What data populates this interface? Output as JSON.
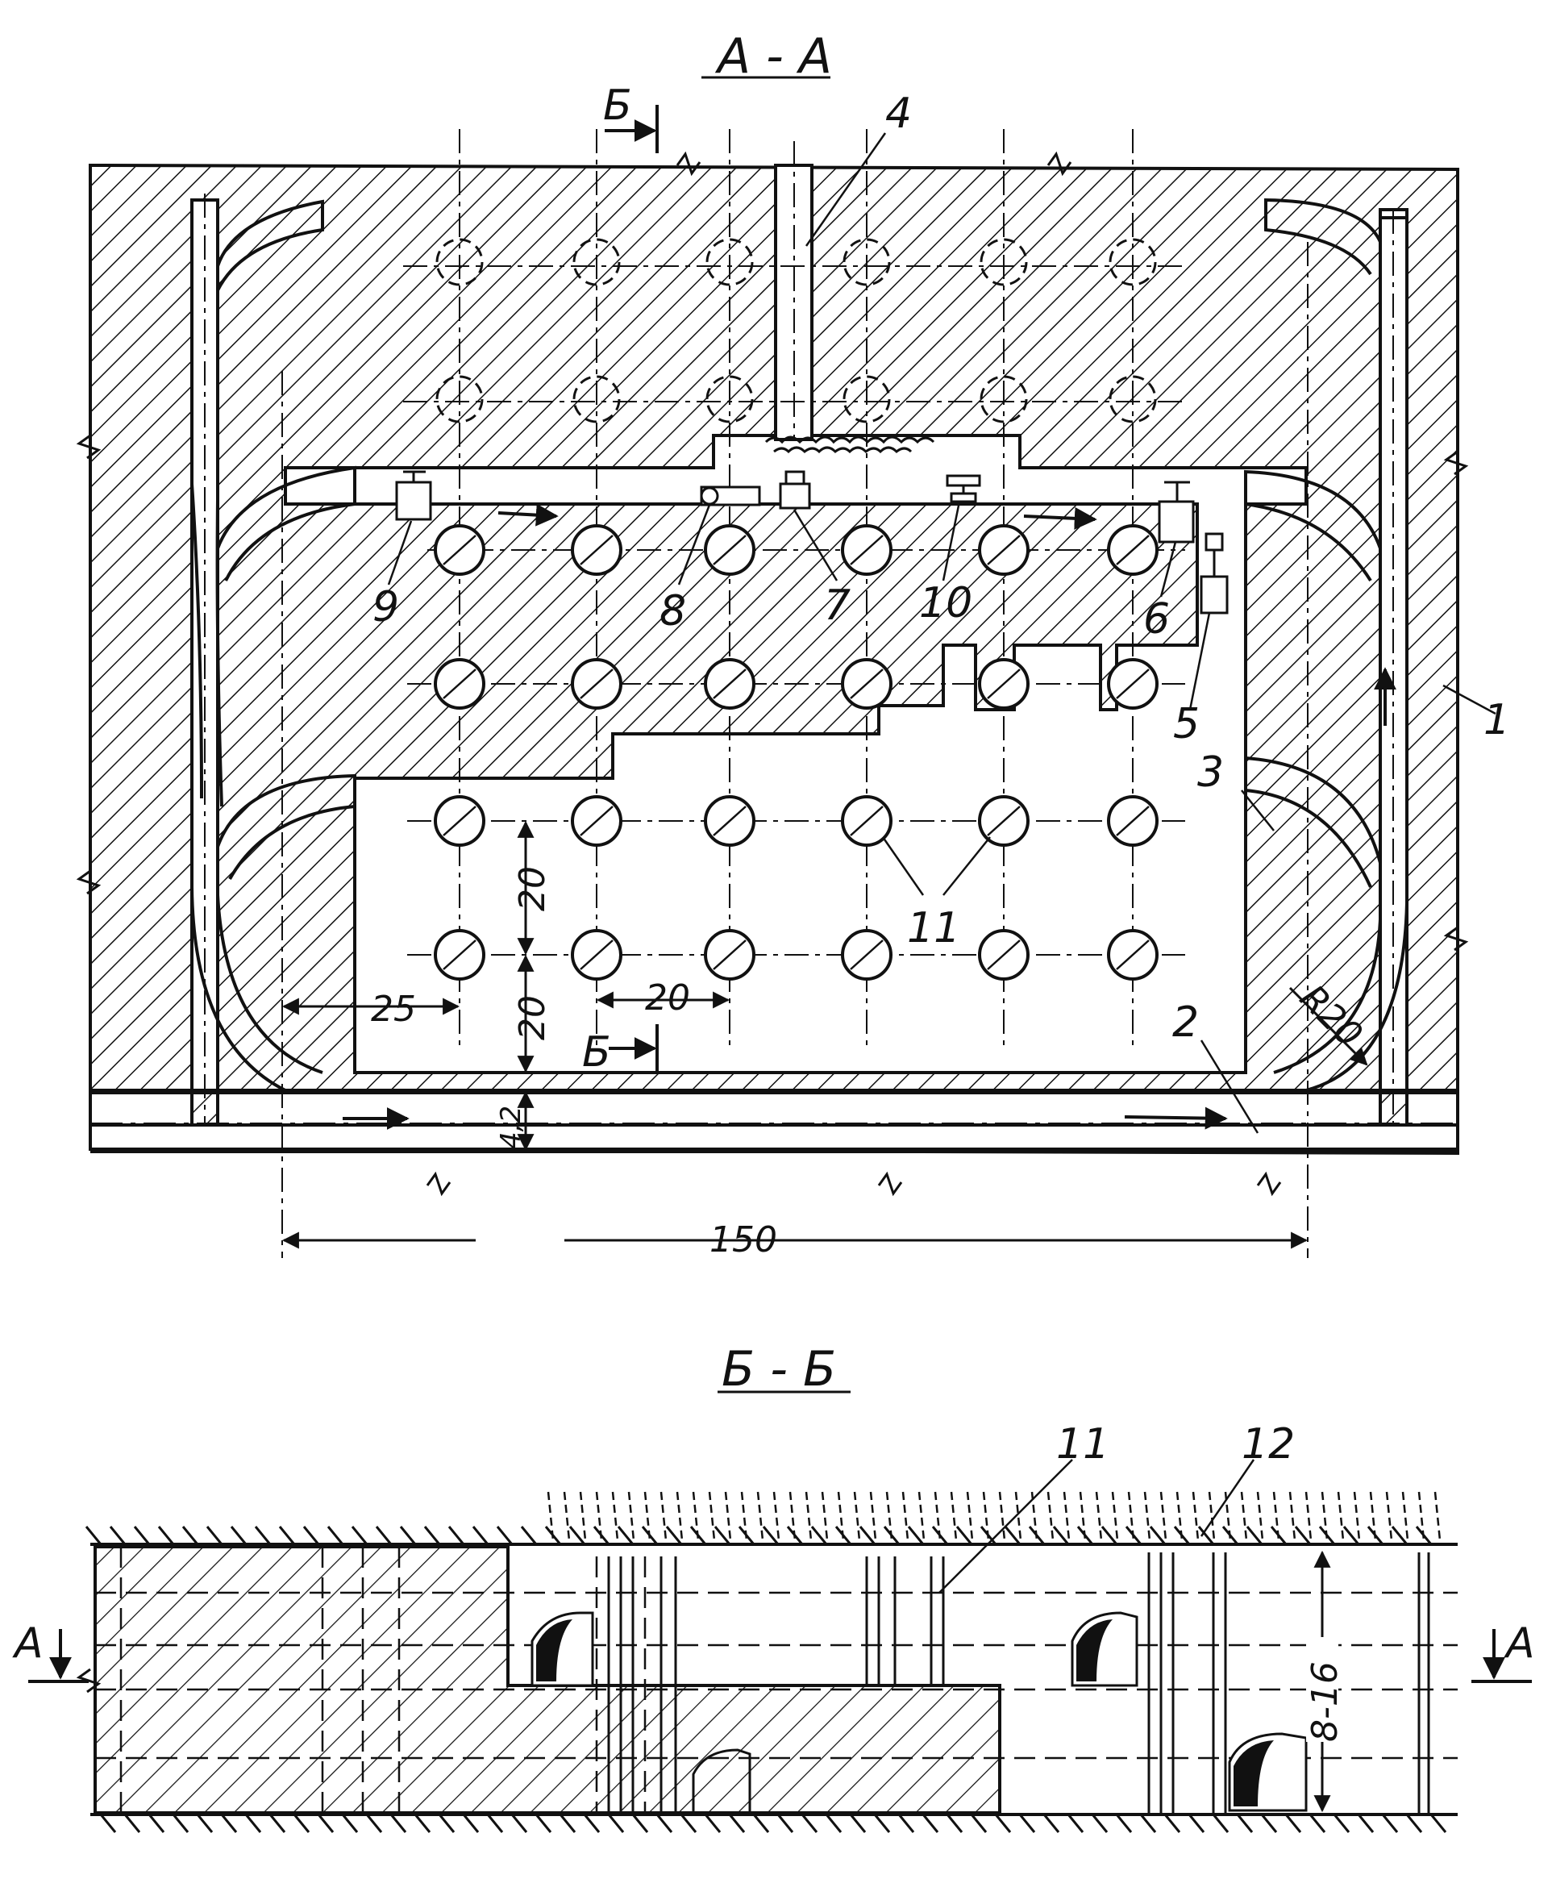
{
  "section_aa": {
    "title": "А - А",
    "cut_marker": "Б",
    "callouts": [
      "1",
      "2",
      "3",
      "4",
      "5",
      "6",
      "7",
      "8",
      "9",
      "10",
      "11"
    ],
    "dimensions": {
      "overall": "150",
      "edge_offset": "25",
      "spacing_h": "20",
      "spacing_v1": "20",
      "spacing_v2": "20",
      "drift_width": "4,2",
      "radius": "R20"
    }
  },
  "section_bb": {
    "title": "Б - Б",
    "cut_marker": "А",
    "callouts": [
      "11",
      "12"
    ],
    "dimensions": {
      "height": "8-16"
    }
  },
  "colors": {
    "ink": "#111111",
    "paper": "#ffffff"
  }
}
